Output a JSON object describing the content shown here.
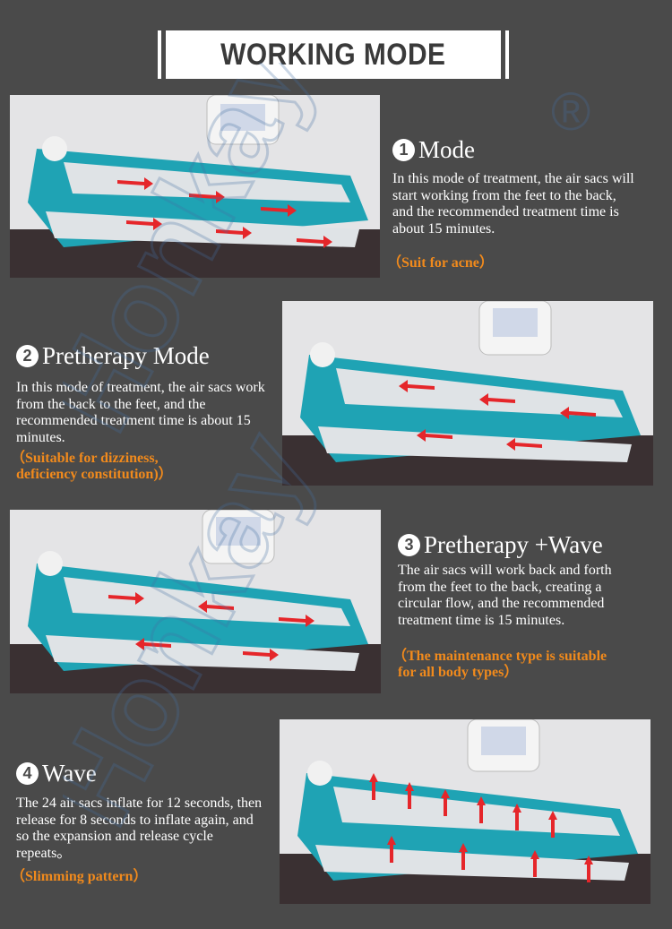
{
  "header": {
    "title": "WORKING MODE"
  },
  "watermark": {
    "text": "Honkay",
    "registered": "®"
  },
  "modes": [
    {
      "number": "1",
      "title": "Mode",
      "description": "In this mode of treatment, the air sacs will start working from the feet to the back, and the recommended treatment time is about 15 minutes.",
      "note": "（Suit for acne）"
    },
    {
      "number": "2",
      "title": "Pretherapy Mode",
      "description": "In this mode of treatment, the air sacs work from the back to the feet, and the recommended treatment time is about 15 minutes.",
      "note_line1": "（Suitable for dizziness,",
      "note_line2": "deficiency constitution)）"
    },
    {
      "number": "3",
      "title": "Pretherapy +Wave",
      "description": "The air sacs will work back and forth from the feet to the back, creating a circular flow, and the recommended treatment time is 15 minutes.",
      "note_line1": "（The maintenance type is suitable",
      "note_line2": "for all body types）"
    },
    {
      "number": "4",
      "title": "Wave",
      "description": "The 24 air sacs inflate for 12 seconds, then release for 8 seconds to inflate again, and so the expansion and release cycle repeats。",
      "note": "（Slimming pattern）"
    }
  ],
  "colors": {
    "background": "#4a4a4a",
    "accent": "#f18a1c",
    "suit_teal": "#1fa3b4",
    "arrow_red": "#e5262a"
  },
  "icons": [
    "number-circle-icon",
    "registered-mark-icon",
    "red-arrow-icon"
  ]
}
